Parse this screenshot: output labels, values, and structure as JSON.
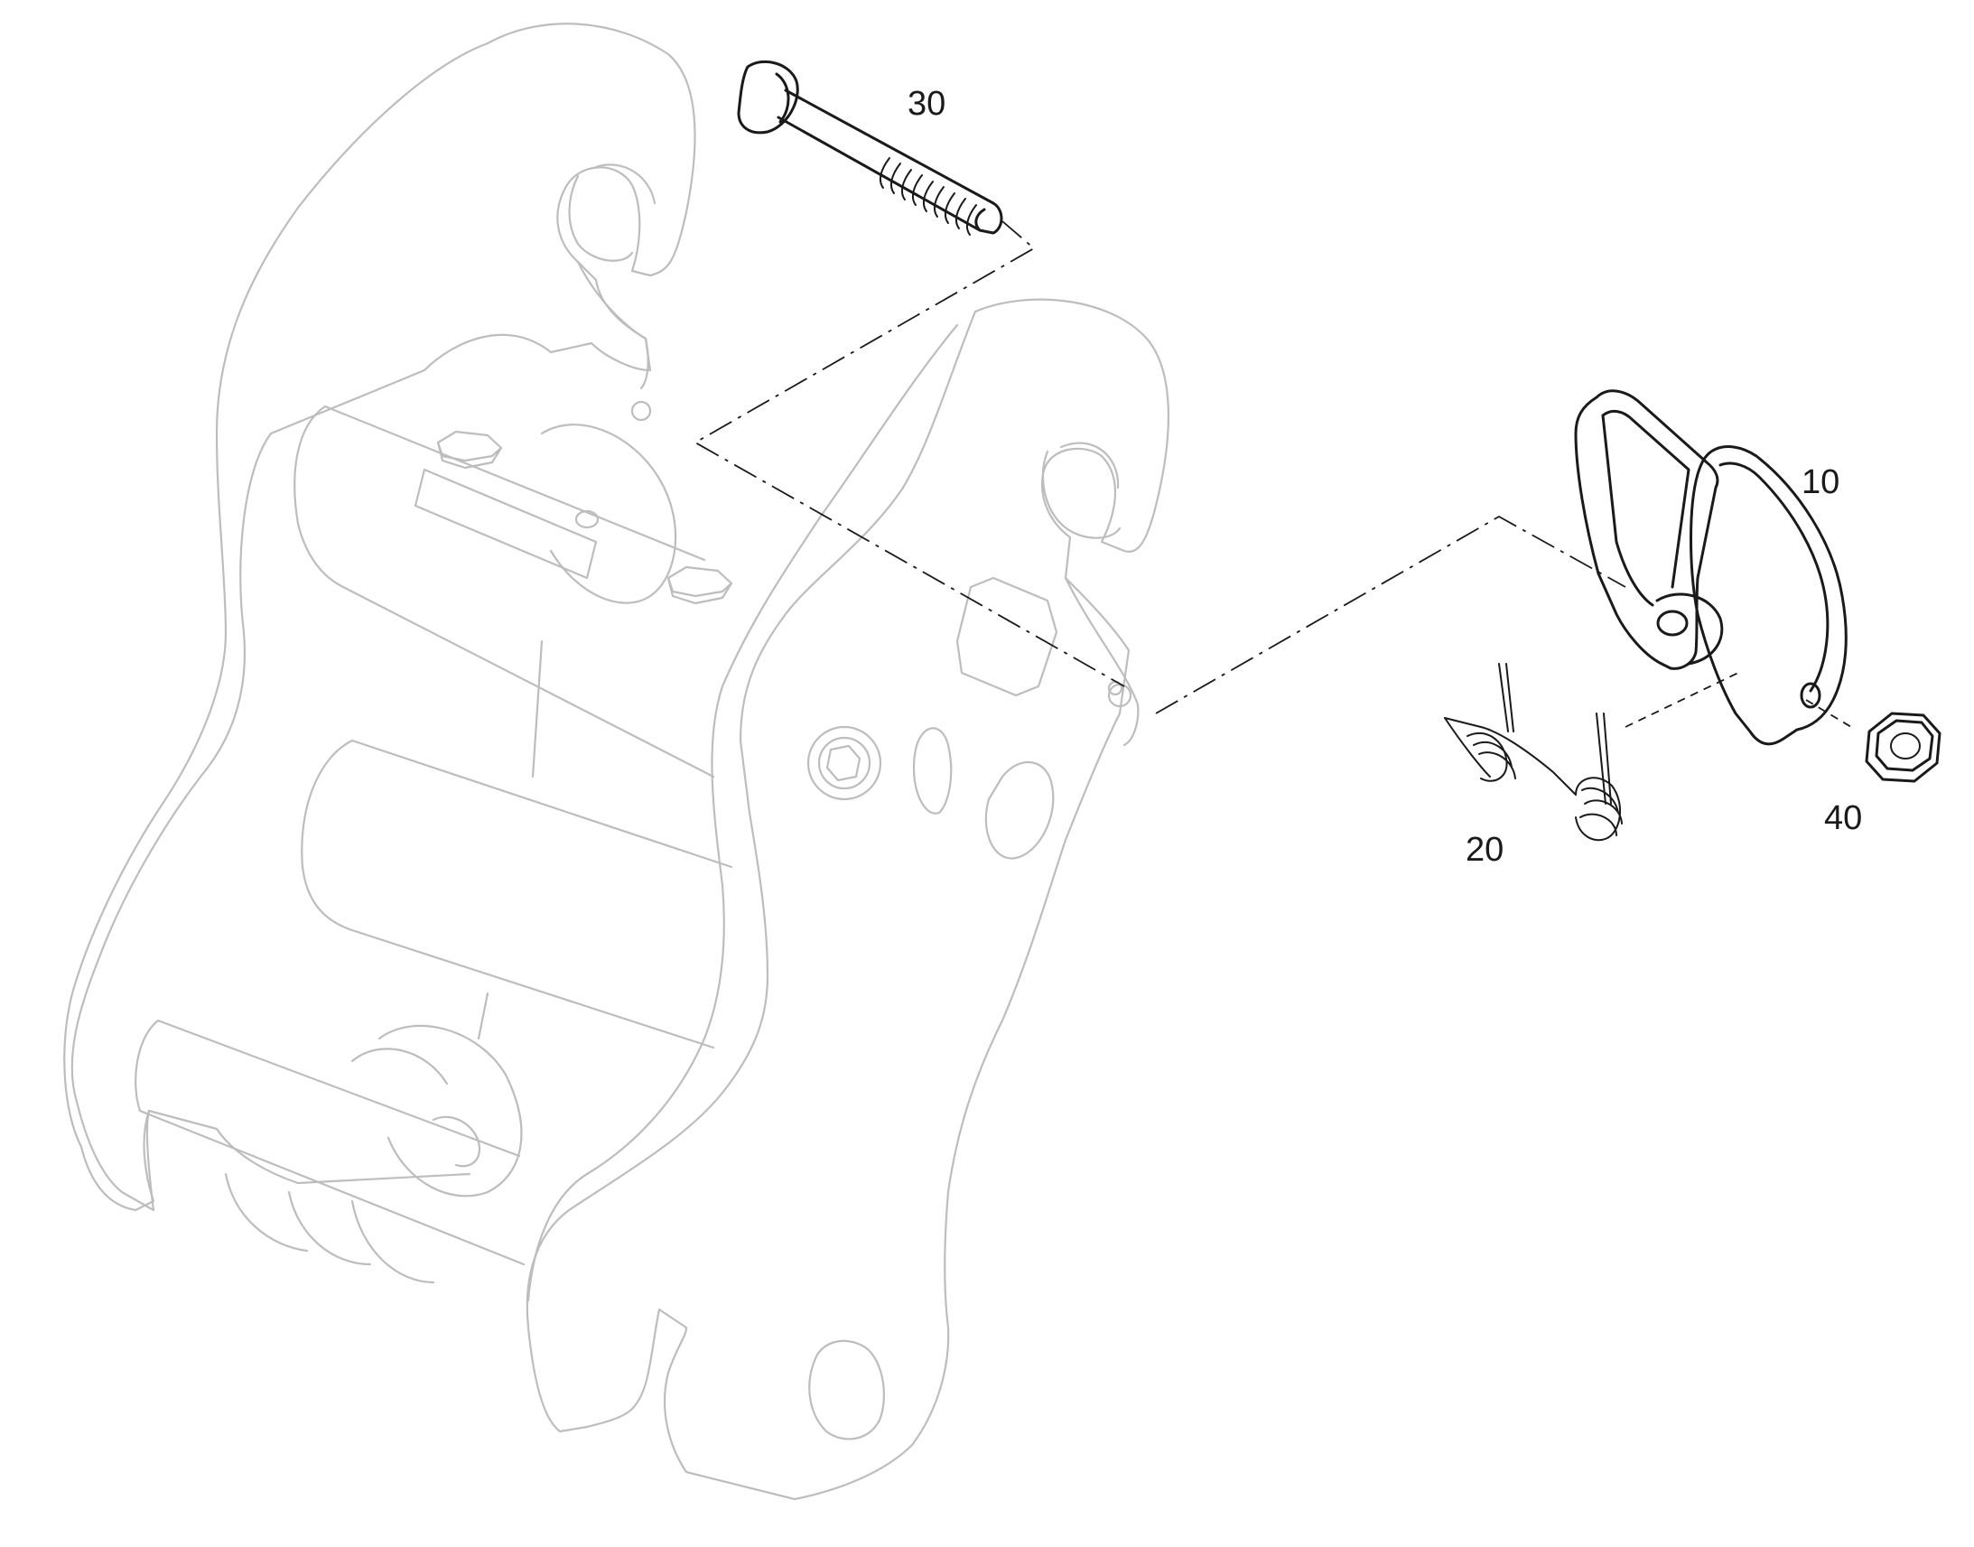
{
  "callouts": [
    {
      "id": "10",
      "label": "10"
    },
    {
      "id": "20",
      "label": "20"
    },
    {
      "id": "30",
      "label": "30"
    },
    {
      "id": "40",
      "label": "40"
    }
  ],
  "colors": {
    "ghost_outline": "#bdbdbd",
    "part_outline": "#1a1a1a",
    "background": "#ffffff"
  }
}
